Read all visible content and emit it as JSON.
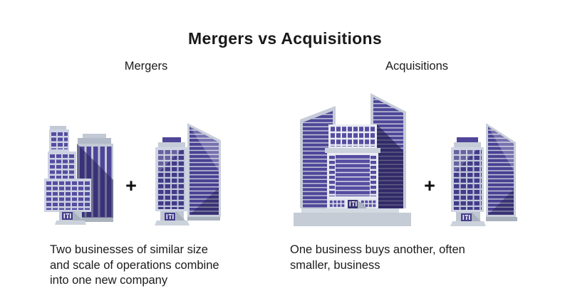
{
  "title": "Mergers vs Acquisitions",
  "plus": "+",
  "palette": {
    "window_purple": "#564da0",
    "deep_purple": "#433b88",
    "shadow_purple": "#39316f",
    "frame_light": "#cdd2e3",
    "frame_gray": "#c6ccd8",
    "base_gray": "#c5ccd5",
    "text": "#1b1b1b"
  },
  "sections": [
    {
      "id": "mergers",
      "label": "Mergers",
      "description": [
        "Two businesses of similar size",
        "and scale of operations combine",
        "into one new company"
      ]
    },
    {
      "id": "acquisitions",
      "label": "Acquisitions",
      "description": [
        "One business buys another, often",
        "smaller, business"
      ]
    }
  ]
}
